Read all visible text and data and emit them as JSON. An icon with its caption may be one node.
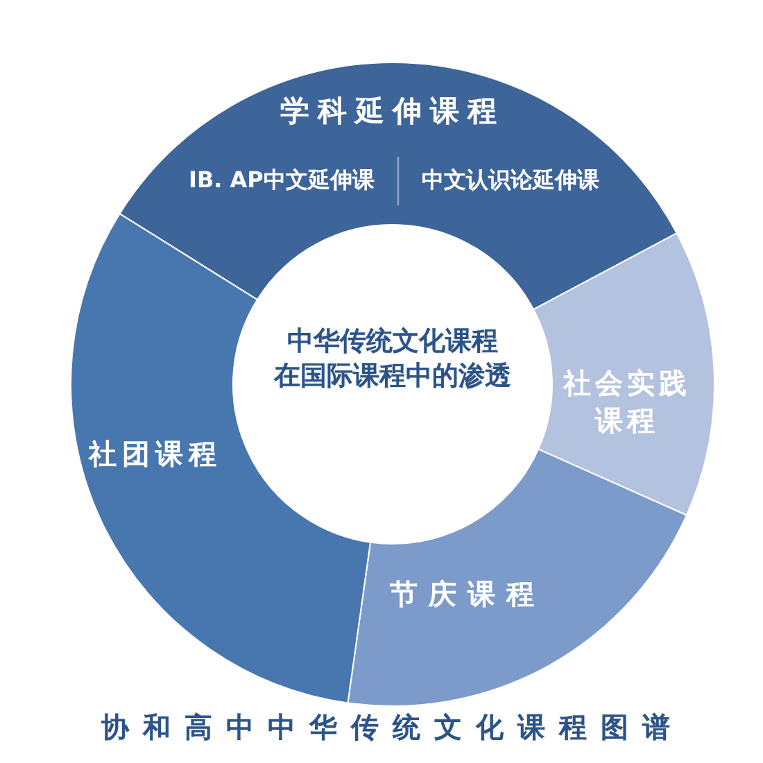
{
  "diagram": {
    "caption": "协和高中中华传统文化课程图谱",
    "nodes": [
      {
        "text": [
          "中华传统文化课程在国际课程中的渗透"
        ]
      },
      {
        "text": [
          "学科延伸课程",
          "IB. AP中文延伸课",
          "中文认识论延伸课"
        ]
      },
      {
        "text": [
          "社会实践课程"
        ]
      },
      {
        "text": [
          "节庆课程"
        ]
      },
      {
        "text": [
          "社团课程"
        ]
      }
    ]
  }
}
